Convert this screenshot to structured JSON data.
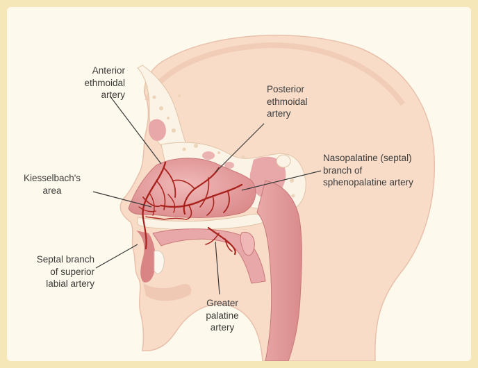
{
  "labels": {
    "anterior_ethmoidal": [
      "Anterior",
      "ethmoidal",
      "artery"
    ],
    "posterior_ethmoidal": [
      "Posterior",
      "ethmoidal",
      "artery"
    ],
    "nasopalatine": [
      "Nasopalatine (septal)",
      "branch of",
      "sphenopalatine artery"
    ],
    "kiesselbach": [
      "Kiesselbach's",
      "area"
    ],
    "septal_branch": [
      "Septal branch",
      "of superior",
      "labial artery"
    ],
    "greater_palatine": [
      "Greater",
      "palatine",
      "artery"
    ]
  },
  "colors": {
    "background": "#f6e7b8",
    "skin": "#f8dcc8",
    "mucosa": "#e7a3a4",
    "artery": "#a8231d",
    "bone": "#fbf3e6"
  }
}
